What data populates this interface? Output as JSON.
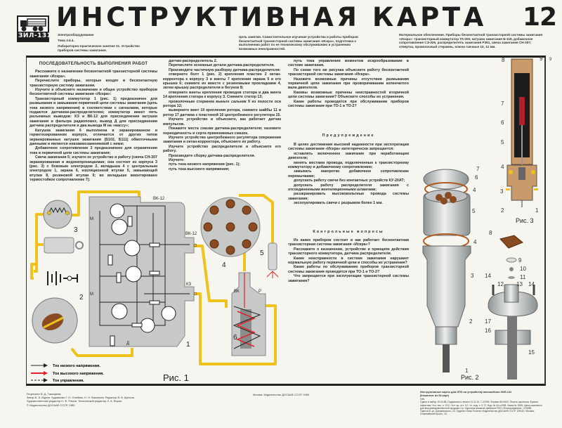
{
  "header": {
    "logo_text": "ЗИЛ-131",
    "title": "ИНСТРУКТИВНАЯ КАРТА",
    "card_number": "12",
    "section": "Электрооборудование",
    "topic": "Тема 3.6.4.",
    "lesson": "Лабораторно-практическое занятие 31. Устройство приборов системы зажигания.",
    "goal": "Цель занятия. Самостоятельное изучение устройства и работы приборов бесконтактной транзисторной системы зажигания «Искра», подготовка к выполнению работ по ее техническому обслуживанию и устранению возможных неисправностей.",
    "materials": "Материальное обеспечение. Приборы бесконтактной транзисторной системы зажигания «Искра»: транзисторный коммутатор ТК-200, катушка зажигания Б-118, добавочное сопротивление СЭ-326, распределитель зажигания Р351, свеча зажигания СН-307; отвертка, проволочный стержень, ключи гаечные 10, 12 мм.",
    "corner_mark": "9"
  },
  "col1": {
    "heading": "ПОСЛЕДОВАТЕЛЬНОСТЬ ВЫПОЛНЕНИЯ РАБОТ",
    "paragraphs": [
      "Расскажите о назначении бесконтактной транзисторной системы зажигания «Искра».",
      "Перечислите приборы, которые входят в бесконтактную транзисторную систему зажигания.",
      "Изучите и объясните назначение и общее устройство приборов бесконтактной системы зажигания «Искра»:",
      "Транзисторный коммутатор 1 (рис. 1) предназначен для размыкания и замыкания первичной цепи системы зажигания (цепь тока низкого напряжения) в соответствии с сигналами, которые подаются датчиком-распределителем; коммутатор имеет пять разъемных выводов: КЗ и ВК-12 для присоединения катушки зажигания и фильтра радиопомех, вывод Д для присоединения датчика распределителя и два вывода М на «массу»;",
      "Катушка зажигания 6 выполнена в экранированном и герметизированном корпусе, отличается от других типов экранированных катушек зажигания (Б102, Б111) обмоточными данными и является невзаимозаменяемой с ними;",
      "Добавочное сопротивление 3 предназначено для ограничения тока в первичной цепи системы зажигания;",
      "Свеча зажигания 5; изучите ее устройство и работу (свеча СН-307 экранированная и водонепроницаемая; она состоит из корпуса 3 (рис. 3) с боковым электродом 2, вкладыша 4 с центральным электродом 1, экрана 6, изоляционной втулки 5, замыкающей втулки 8, резиновой втулки 9; во вкладыше вмонтировано термостойкое сопротивление 7);"
    ]
  },
  "col2": {
    "paragraphs": [
      "датчик-распределитель 2.",
      "Перечислите основные детали датчика-распределителя.",
      "Произведите частичную разборку датчика-распределителя:",
      "отверните болт 1 (рис. 2) крепления пластин 2 октан-корректора к корпусу 3 и винты 7 крепления экрана 5 и его крышки 6; снимите их вместе с резиновыми прокладками 4, затем крышку распределителя и бегунок 8;",
      "отверните винты крепления проводов статора и два винта 14 крепления статора к корпусу 3. Снимите статор 13;",
      "проволочным стержнем выньте сальник 9 из полости оси ротора 12;",
      "выверните винт 10 крепления ротора, снимите шайбы 11 и ротор 17 датчика с пластиной 16 центробежного регулятора 15.",
      "Изучите устройство и объясните, как работает датчик импульсов.",
      "Покажите места смазки датчика-распределителя; назовите периодичность и сорта применяемых смазок.",
      "Изучите устройство центробежного регулятора опережения зажигания и октан-корректора, объясните их работу.",
      "Изучите устройство распределителя и объясните его работу.",
      "Произведите сборку датчика-распределителя.",
      "Изучите:",
      "путь тока низкого напряжения (рис. 1);",
      "путь тока высокого напряжения;"
    ]
  },
  "col3": {
    "paragraphs": [
      "путь тока управления моментом искрообразования в системе зажигания.",
      "По схеме того же рисунка объясните работу бесконтактной транзисторной системы зажигания «Искра».",
      "Назовите возможные причины отсутствия размыкания первичной цепи зажигания при проворачивании коленчатого вала двигателя.",
      "Каковы возможные причины неисправностей вторичной цепи системы зажигания? Объясните способы их устранения.",
      "Какие работы проводятся при обслуживании приборов системы зажигания при ТО-1 и ТО-2?"
    ],
    "warning_heading": "Предупреждение",
    "warning": [
      "В целях достижения высокой надежности при эксплуатации системы зажигания «Искра» категорически запрещается:",
      "оставлять включенное зажигание при неработающем двигателе;",
      "менять местами провода, подключенные к транзисторному коммутатору и добавочному сопротивлению;",
      "замыкать накоротко добавочное сопротивление перемычками;",
      "допускать работу свечи без контактных устройств КУ-20АТ;",
      "допускать работу распределителя зажигания с отсоединенными вентиляционными шлангами;",
      "разэкранировать высоковольтные провода системы зажигания;",
      "эксплуатировать свечи с разрывом более 1 мм."
    ],
    "questions_heading": "Контрольные вопросы",
    "questions": [
      "Из каких приборов состоит и как работает бесконтактная транзисторная система зажигания «Искра»?",
      "Расскажите о назначении, устройстве и принципе действия транзисторного коммутатора, датчика распределителя.",
      "Какие неисправности в системе зажигания нарушают нормальную работу первичной цепи и способы их устранения?",
      "Какие работы по обслуживанию приборов транзисторной системы зажигания проводятся при ТО-1 и ТО-2?",
      "Что запрещается при эксплуатации транзисторной системы зажигания?"
    ]
  },
  "fig1": {
    "caption": "Рис. 1",
    "labels": [
      "1",
      "2",
      "3",
      "4",
      "5",
      "6",
      "ВК-12",
      "ВК-12",
      "КЗ",
      "М",
      "М",
      "Д",
      "ВК",
      "Р"
    ],
    "legend": [
      "Ток низкого напряжения.",
      "Ток высокого напряжения.",
      "Ток управления."
    ]
  },
  "fig2": {
    "caption": "Рис. 2",
    "labels": [
      "1",
      "2",
      "3",
      "4",
      "5",
      "6",
      "7",
      "4",
      "8",
      "9",
      "10",
      "11",
      "12",
      "13",
      "14",
      "14",
      "15",
      "16",
      "17"
    ]
  },
  "fig3": {
    "caption": "Рис. 3",
    "labels": [
      "1",
      "2",
      "3",
      "4",
      "5",
      "6",
      "7",
      "8",
      "9"
    ]
  },
  "footer": {
    "credits": [
      "Рецензент В. Д. Тимофеев.",
      "Автор Б. А. Мурин. Художники Г. Н. Олейник, Н. Н. Васильев. Редактор В. В. Щеглов.",
      "Художественный редактор Н. Ф. Ромов. Технический редактор Л. А. Воран."
    ],
    "copyright": "© Издательство ДОСААФ СССР, 1989",
    "publisher": "Москва, Издательство ДОСААФ СССР, 1989",
    "series": "Инструктивные карты для ЛПЗ по устройству автомобиля ЗИЛ-131",
    "set": "(Комплект из 28 карт)",
    "code": "Н/К",
    "imprint": "Сдано в набор 19.04.88. Подписано к печати 11.11.19. Г-22094. Формат 60×90/2. Печать офсетная. Бумага офсетная. Усл. печ. л. 10,0. Усл. кр.-отт. 3,0. Уч.-изд. л. 0,72. Изд. № 4/о-с/208. Заказ № 3205. Цена комплекта для внутриведомственной продажи 4 р. Одесская книжная фабрика ППО «Полиграфкнига», 270058, Одесса-8, ул. Дзержинского, 24. Ордена «Знак Почета» Издательство ДОСААФ СССР. 129110, Москва, Олимпийский просп., 22."
  },
  "colors": {
    "wire": "#f0c21c",
    "body": "#c7c9c8",
    "brown": "#8a4a22",
    "red": "#d8262a"
  }
}
